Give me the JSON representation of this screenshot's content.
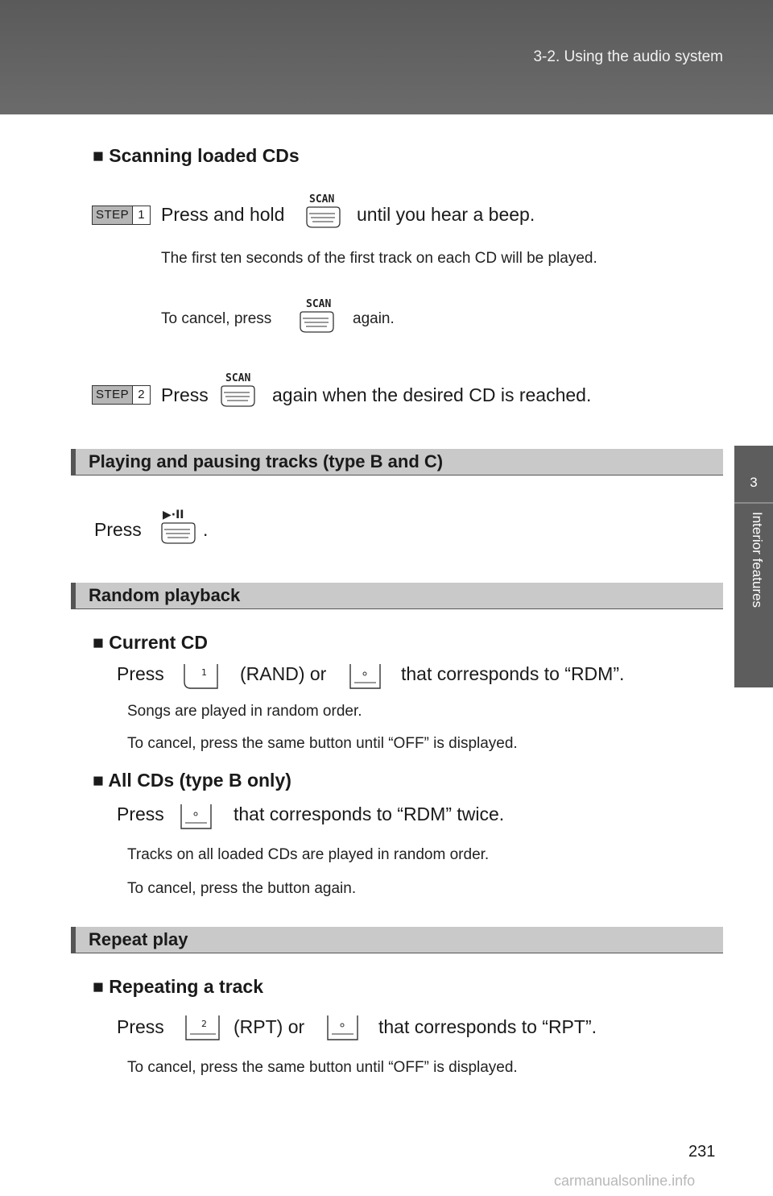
{
  "header": {
    "title": "3-2. Using the audio system"
  },
  "side_tab": {
    "number": "3",
    "label": "Interior features"
  },
  "scanning": {
    "heading": "■ Scanning loaded CDs",
    "step1": {
      "word": "STEP",
      "num": "1",
      "before": "Press and hold",
      "after": "until you hear a beep."
    },
    "note1": "The first ten seconds of the first track on each CD will be played.",
    "note2_before": "To cancel, press",
    "note2_after": "again.",
    "step2": {
      "word": "STEP",
      "num": "2",
      "before": "Press",
      "after": "again when the desired CD is reached."
    }
  },
  "playing": {
    "title": "Playing and pausing tracks (type B and C)",
    "press": "Press",
    "period": "."
  },
  "random": {
    "title": "Random playback",
    "current_heading": "■ Current CD",
    "current_press": "Press",
    "current_rand": "(RAND) or",
    "current_after": "that corresponds to “RDM”.",
    "current_note1": "Songs are played in random order.",
    "current_note2": "To cancel, press the same button until “OFF” is displayed.",
    "all_heading": "■ All CDs (type B only)",
    "all_press": "Press",
    "all_after": "that corresponds to “RDM” twice.",
    "all_note1": "Tracks on all loaded CDs are played in random order.",
    "all_note2": "To cancel, press the button again."
  },
  "repeat": {
    "title": "Repeat play",
    "track_heading": "■ Repeating a track",
    "track_press": "Press",
    "track_rpt": "(RPT) or",
    "track_after": "that corresponds to “RPT”.",
    "track_note": "To cancel, press the same button until “OFF” is displayed."
  },
  "icons": {
    "scan": "SCAN",
    "play_pause": "▶·II",
    "preset_1": "1",
    "preset_2": "2"
  },
  "page_number": "231",
  "watermark": "carmanualsonline.info"
}
